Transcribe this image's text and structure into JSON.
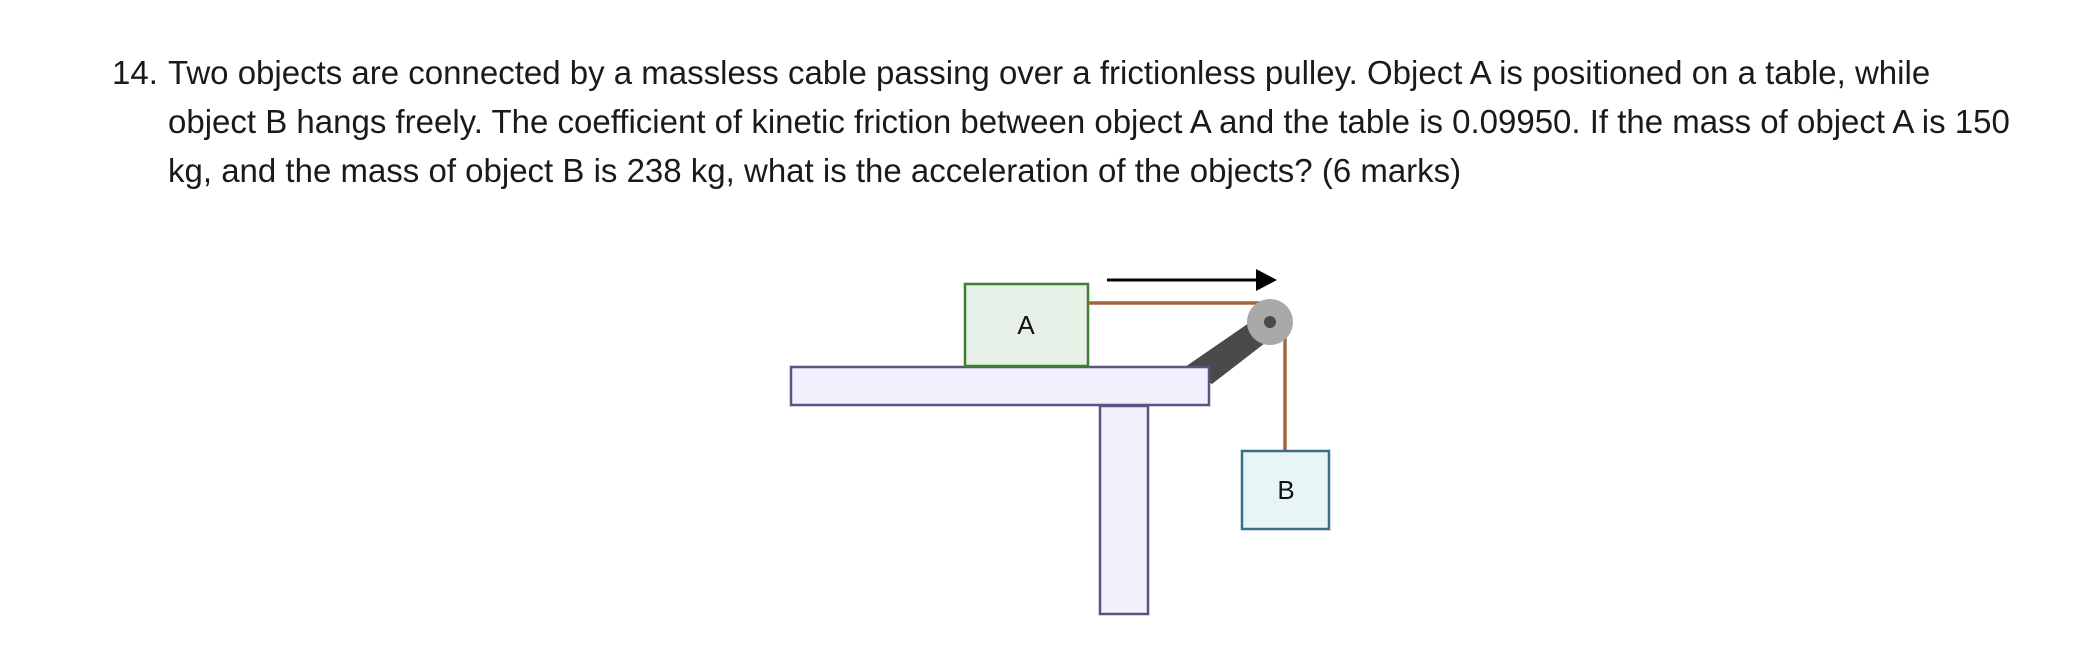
{
  "question": {
    "number": "14.",
    "text": "Two objects are connected by a massless cable passing over a frictionless pulley. Object A is positioned on a table, while object B hangs freely. The coefficient of kinetic friction between object A and the table is 0.09950. If the mass of object A is 150 kg, and the mass of object B is 238 kg, what is the acceleration of the objects? (6 marks)"
  },
  "diagram": {
    "block_a_label": "A",
    "block_b_label": "B",
    "colors": {
      "table_fill": "#f2f0fd",
      "table_stroke": "#5a5482",
      "block_a_fill": "#e6f0e6",
      "block_a_stroke": "#3f7f34",
      "block_b_fill": "#e8f5f7",
      "block_b_stroke": "#3a6f8a",
      "cable": "#a0673c",
      "pulley": "#a9a9a9",
      "pulley_arm": "#4a4a4a",
      "arrow": "#000000"
    },
    "icons": {
      "motion_arrow": "right-arrow-icon",
      "pulley": "pulley-icon"
    }
  }
}
